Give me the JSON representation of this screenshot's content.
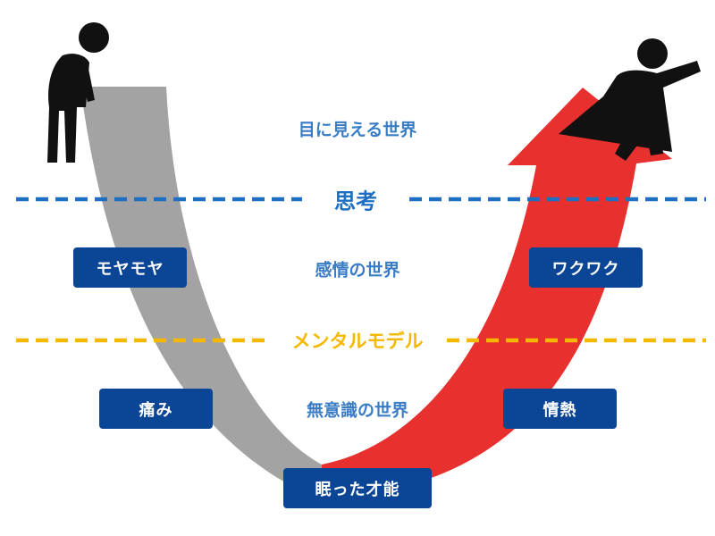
{
  "colors": {
    "blue_text": "#3a7dc4",
    "blue_line": "#1e6fc2",
    "yellow": "#f5b800",
    "gray_path": "#a3a3a3",
    "red_arrow": "#e8302e",
    "box_fill": "#0b4596",
    "figure": "#111111"
  },
  "levels": {
    "visible_world": "目に見える世界",
    "thinking": "思考",
    "emotional_world": "感情の世界",
    "mental_model": "メンタルモデル",
    "unconscious_world": "無意識の世界"
  },
  "left_side": {
    "icon": "dejected-person-icon",
    "box_upper": "モヤモヤ",
    "box_lower": "痛み"
  },
  "right_side": {
    "icon": "superhero-flying-icon",
    "box_upper": "ワクワク",
    "box_lower": "情熱"
  },
  "bottom_box": "眠った才能"
}
